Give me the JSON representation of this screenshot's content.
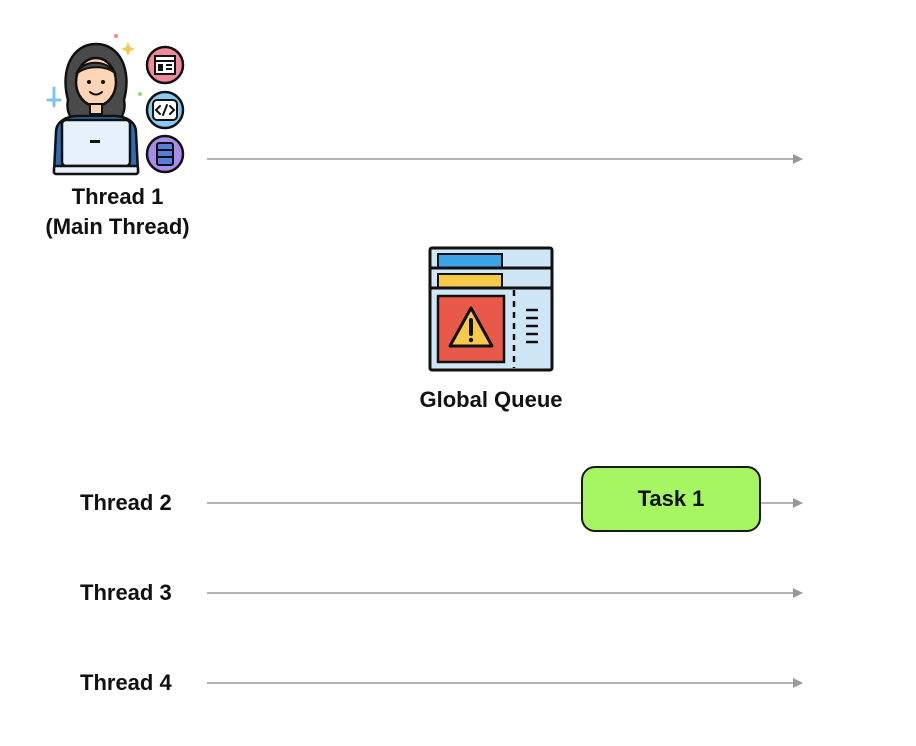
{
  "threads": [
    {
      "id": "thread-1",
      "label_line1": "Thread 1",
      "label_line2": "(Main Thread)"
    },
    {
      "id": "thread-2",
      "label": "Thread 2"
    },
    {
      "id": "thread-3",
      "label": "Thread 3"
    },
    {
      "id": "thread-4",
      "label": "Thread 4"
    }
  ],
  "queue": {
    "label": "Global Queue",
    "icon": "warning-ticket-icon"
  },
  "task": {
    "label": "Task 1",
    "thread": "Thread 2",
    "color": "#a6f562"
  },
  "developer_icon": "developer-at-laptop-icon",
  "colors": {
    "arrow": "#9a9a9a",
    "task_fill": "#a6f562",
    "warning_red": "#e8594a",
    "warning_yellow": "#f7c948"
  }
}
